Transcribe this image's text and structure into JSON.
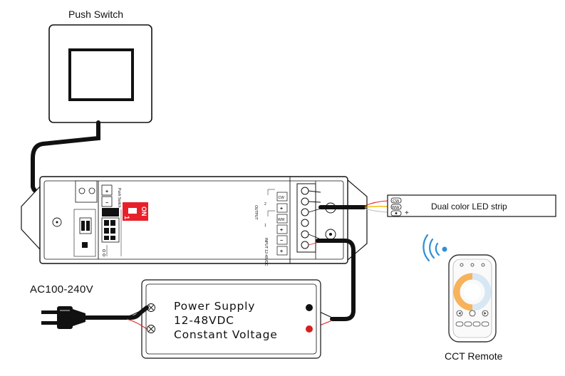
{
  "labels": {
    "push_switch": "Push Switch",
    "ac_input": "AC100-240V",
    "power_supply_line1": "Power Supply",
    "power_supply_line2": "12-48VDC",
    "power_supply_line3": "Constant Voltage",
    "led_strip": "Dual color LED strip",
    "cct_remote": "CCT Remote"
  },
  "controller": {
    "dip_on": "ON",
    "dip_num": "1",
    "output_label": "OUTPUT",
    "input_label": "INPUT 12-48VDC",
    "terminal_cw": "CW",
    "terminal_ww": "WW",
    "plus": "+",
    "minus": "−",
    "push_label": "Push Switch",
    "ch2": "2",
    "ch1": "1"
  },
  "strip_pads": {
    "cw": "CW",
    "ww": "WW",
    "plus": "+"
  },
  "colors": {
    "wire_black": "#111111",
    "wire_red": "#d62020",
    "wire_yellow": "#f5b800",
    "wire_white": "#e8e8e8",
    "dip_switch": "#e8202a",
    "wireless_icon": "#2f8fd6"
  }
}
